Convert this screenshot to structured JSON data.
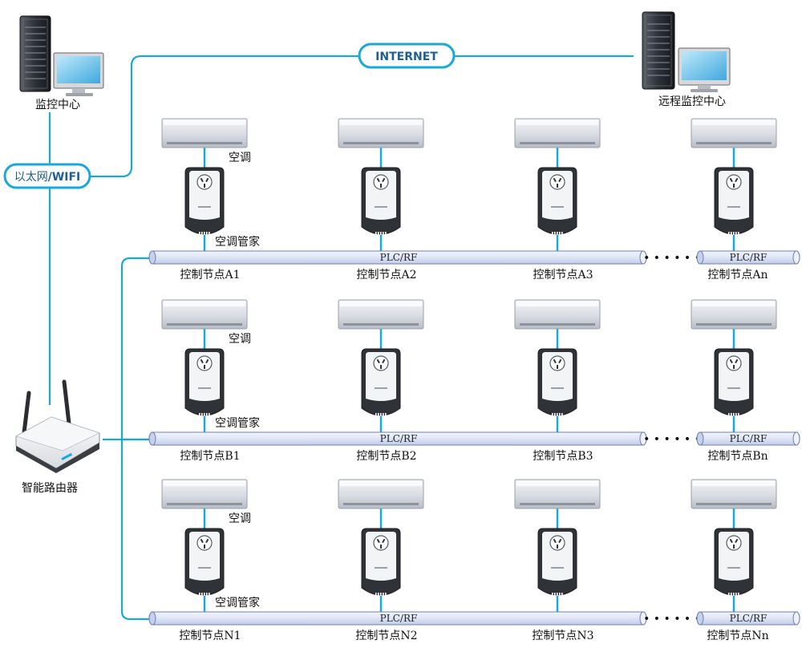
{
  "monitor_center": "监控中心",
  "remote_center": "远程监控中心",
  "internet": "INTERNET",
  "ethernet": "以太网",
  "wifi": "/WIFI",
  "router": "智能路由器",
  "ac_label": "空调",
  "manager_label": "空调管家",
  "bus_label": "PLC/RF",
  "dots": "• • • • • •",
  "colors": {
    "link": "#1aa7dc",
    "bus_fill": "#dde4f6",
    "bus_stroke": "#6e7fb0"
  },
  "rows": [
    {
      "nodes": [
        "控制节点A1",
        "控制节点A2",
        "控制节点A3",
        "控制节点An"
      ]
    },
    {
      "nodes": [
        "控制节点B1",
        "控制节点B2",
        "控制节点B3",
        "控制节点Bn"
      ]
    },
    {
      "nodes": [
        "控制节点N1",
        "控制节点N2",
        "控制节点N3",
        "控制节点Nn"
      ]
    }
  ]
}
